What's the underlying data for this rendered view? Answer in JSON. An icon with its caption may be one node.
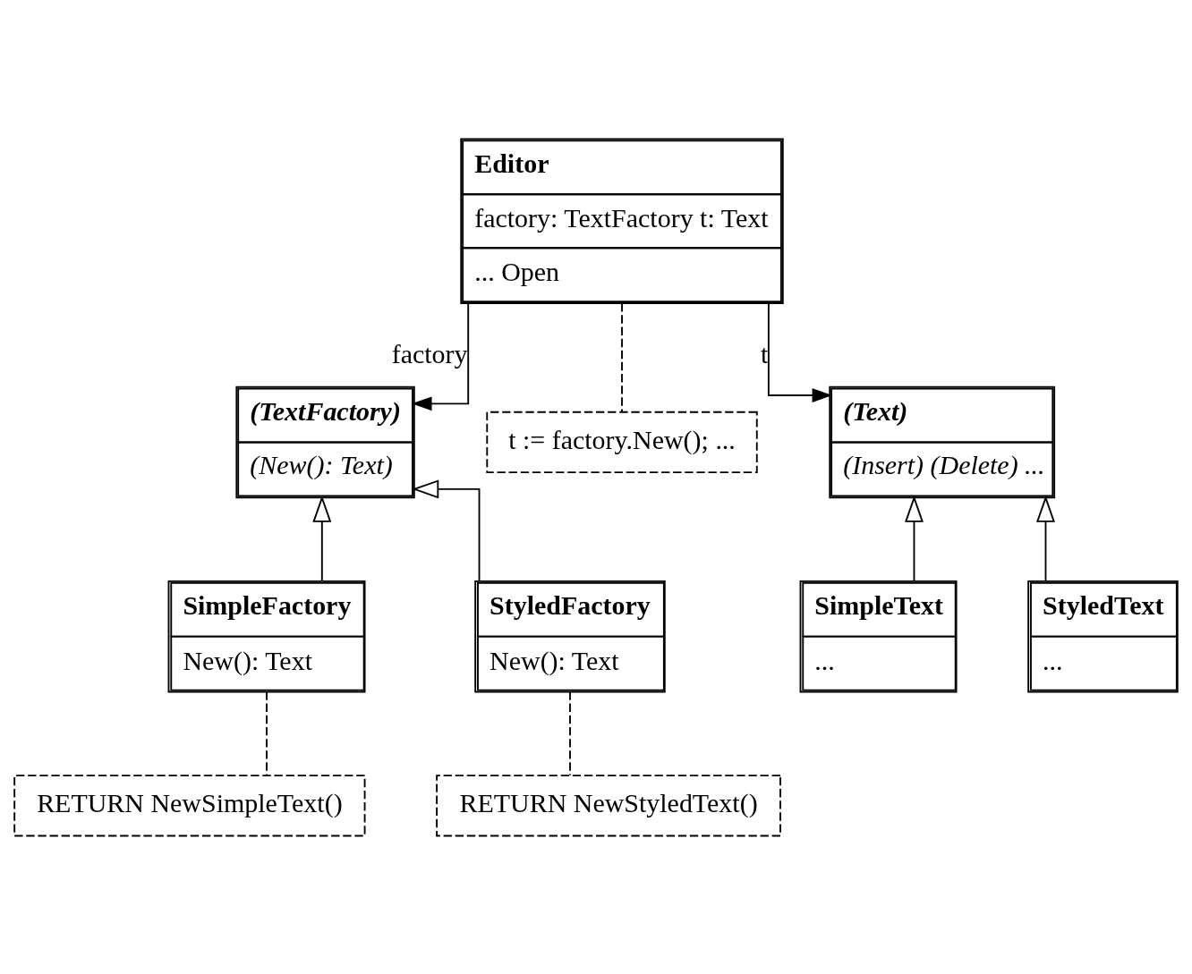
{
  "diagram": {
    "nodes": [
      {
        "text": [
          "Editor",
          "factory: TextFactory t: Text",
          "... Open"
        ]
      },
      {
        "text": [
          "(TextFactory)",
          "(New(): Text)"
        ]
      },
      {
        "text": [
          "t := factory.New(); ..."
        ]
      },
      {
        "text": [
          "(Text)",
          "(Insert) (Delete) ..."
        ]
      },
      {
        "text": [
          "SimpleFactory",
          "New(): Text"
        ]
      },
      {
        "text": [
          "StyledFactory",
          "New(): Text"
        ]
      },
      {
        "text": [
          "SimpleText",
          "..."
        ]
      },
      {
        "text": [
          "StyledText",
          "..."
        ]
      },
      {
        "text": [
          "RETURN NewSimpleText()"
        ]
      },
      {
        "text": [
          "RETURN NewStyledText()"
        ]
      }
    ],
    "edges": [
      {
        "from": 0,
        "to": 1,
        "arrow": "to",
        "label": "factory"
      },
      {
        "from": 0,
        "to": 2,
        "arrow": "none",
        "style": "dashed"
      },
      {
        "from": 0,
        "to": 3,
        "arrow": "to",
        "label": "t"
      },
      {
        "from": 4,
        "to": 1,
        "arrow": "to"
      },
      {
        "from": 5,
        "to": 1,
        "arrow": "to"
      },
      {
        "from": 6,
        "to": 3,
        "arrow": "to"
      },
      {
        "from": 7,
        "to": 3,
        "arrow": "to"
      },
      {
        "from": 4,
        "to": 8,
        "arrow": "none",
        "style": "dashed"
      },
      {
        "from": 5,
        "to": 9,
        "arrow": "none",
        "style": "dashed"
      }
    ]
  }
}
